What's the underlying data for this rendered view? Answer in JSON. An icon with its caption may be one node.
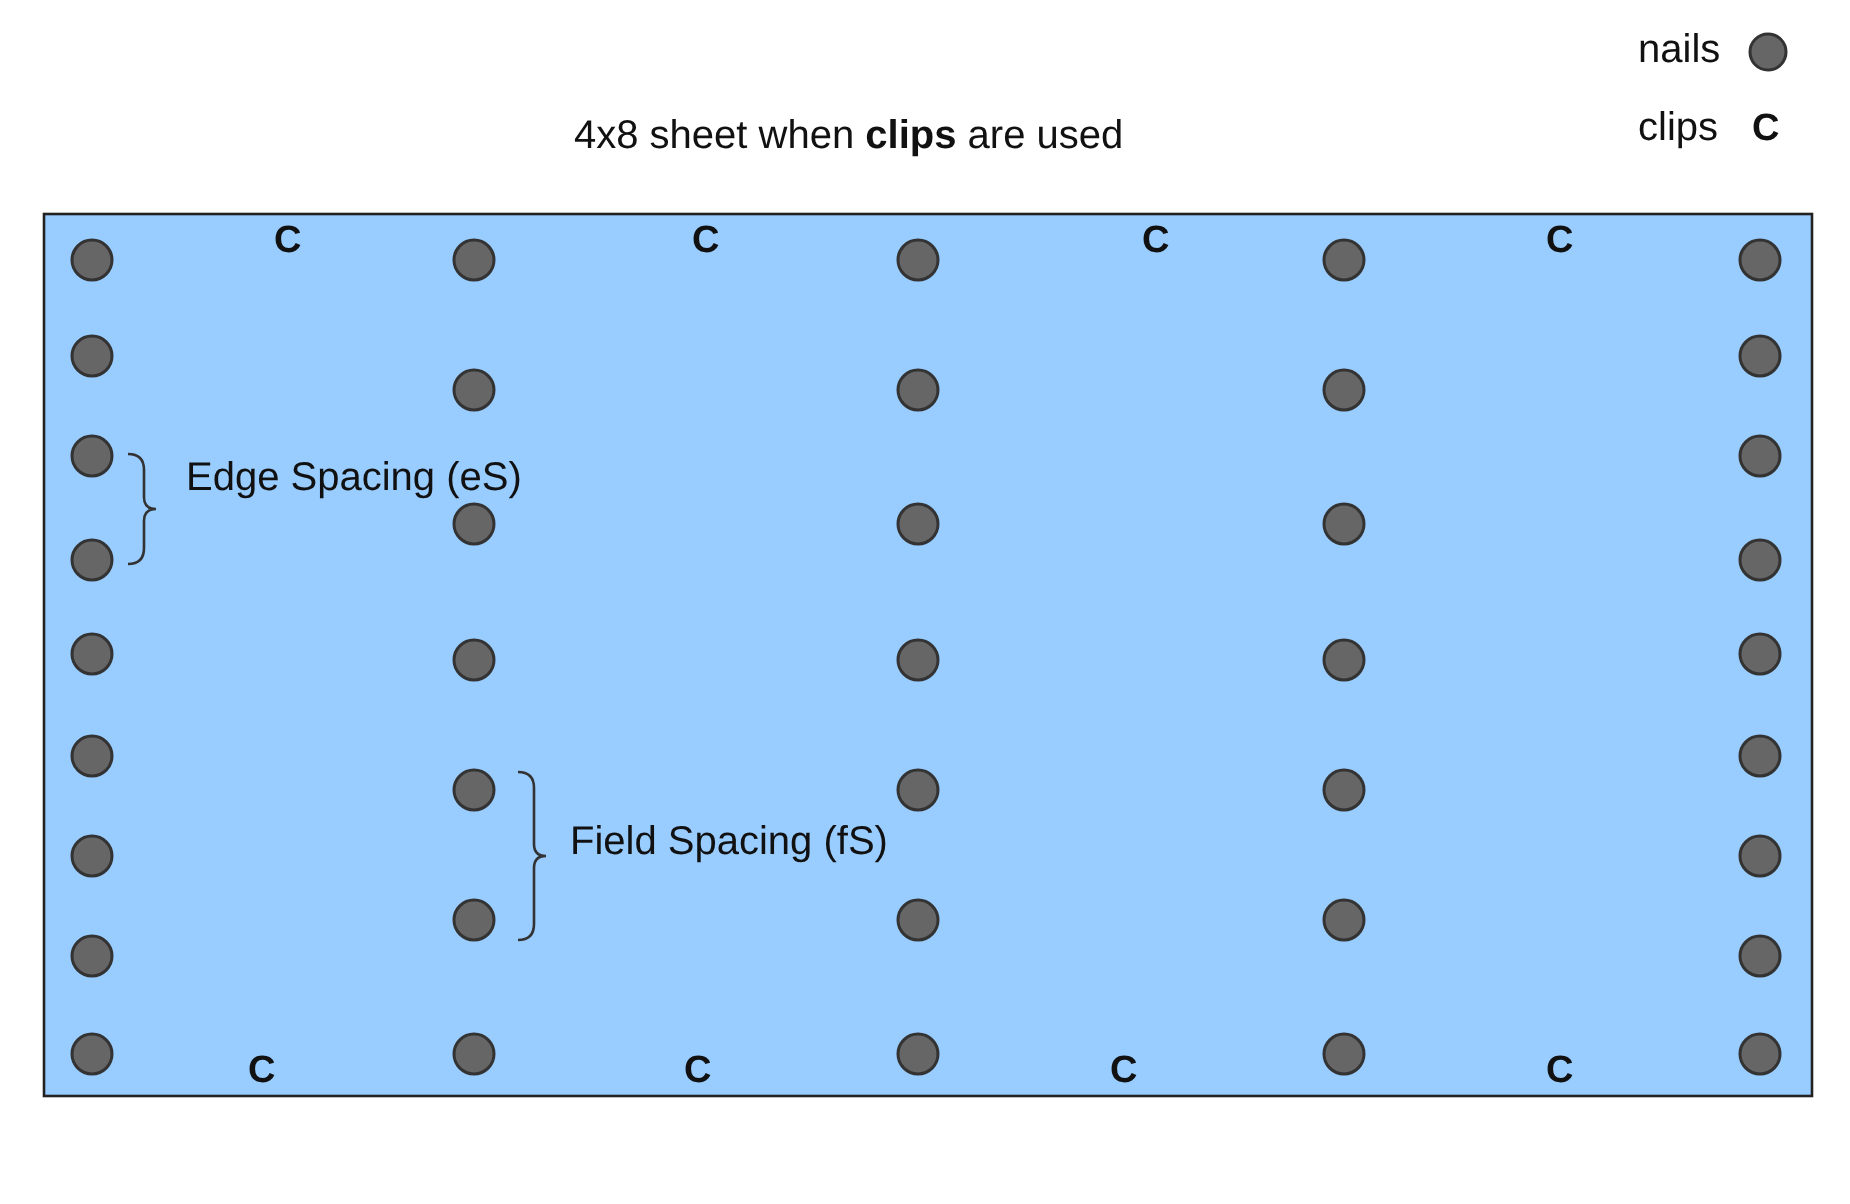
{
  "diagram": {
    "title": "4x8 sheet when **clips** are used",
    "labels": [
      "C",
      "C",
      "C",
      "C",
      "C",
      "Edge Spacing (eS)",
      "Field Spacing (fS)",
      "C",
      "C",
      "C",
      "C"
    ],
    "legend": [
      {
        "text": "nails"
      },
      {
        "text": "clips"
      }
    ]
  }
}
